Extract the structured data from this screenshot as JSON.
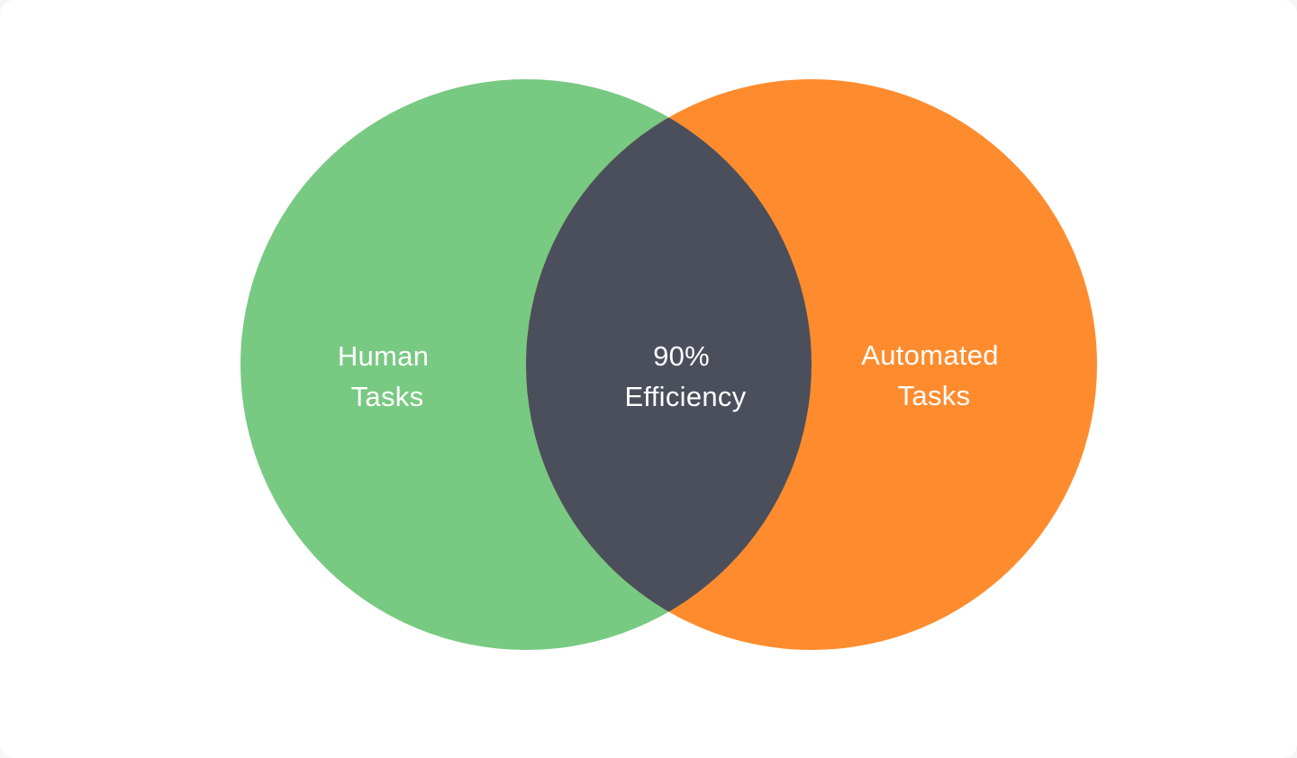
{
  "diagram": {
    "type": "venn",
    "sets": [
      {
        "id": "human",
        "label_lines": [
          "Human",
          "Tasks"
        ],
        "color": "#78c982"
      },
      {
        "id": "automated",
        "label_lines": [
          "Automated",
          "Tasks"
        ],
        "color": "#fe8c2e"
      }
    ],
    "intersection": {
      "label_lines": [
        "90%",
        "Efficiency"
      ],
      "color": "#4a4f5b"
    }
  }
}
